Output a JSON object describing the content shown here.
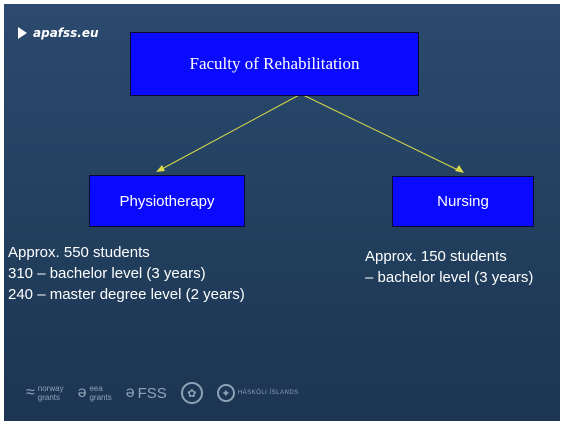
{
  "brand": {
    "text": "apafss.eu",
    "icon": "arrow-right-icon"
  },
  "boxes": {
    "faculty": "Faculty of Rehabilitation",
    "physiotherapy": "Physiotherapy",
    "nursing": "Nursing"
  },
  "physiotherapy_info": [
    "Approx. 550 students",
    "310 – bachelor level (3 years)",
    "240 – master degree level (2 years)"
  ],
  "nursing_info": [
    "Approx. 150 students",
    "– bachelor level (3 years)"
  ],
  "footer_logos": {
    "norway": [
      "norway",
      "grants"
    ],
    "eea": [
      "eea",
      "grants"
    ],
    "fss": "FSS",
    "university": "HÁSKÓLI ÍSLANDS"
  },
  "colors": {
    "background": "#22405f",
    "box": "#0a0aff",
    "connector": "#d9d94a",
    "text": "#ffffff"
  }
}
